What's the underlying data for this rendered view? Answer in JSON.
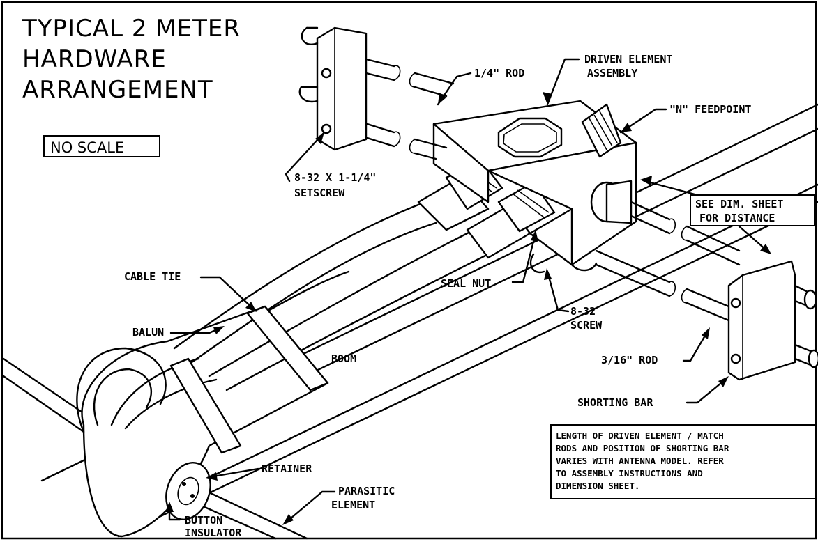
{
  "title": {
    "line1": "TYPICAL 2 METER",
    "line2": "HARDWARE",
    "line3": "ARRANGEMENT"
  },
  "scale_box": "NO SCALE",
  "labels": {
    "driven_element_1": "DRIVEN ELEMENT",
    "driven_element_2": "ASSEMBLY",
    "rod_quarter": "1/4\" ROD",
    "n_feedpoint": "\"N\" FEEDPOINT",
    "setscrew_1": "8-32 X 1-1/4\"",
    "setscrew_2": "SETSCREW",
    "see_dim_1": "SEE DIM. SHEET",
    "see_dim_2": "FOR DISTANCE",
    "cable_tie": "CABLE TIE",
    "seal_nut": "SEAL NUT",
    "screw_1": "8-32",
    "screw_2": "SCREW",
    "balun": "BALUN",
    "boom": "BOOM",
    "rod_3_16": "3/16\" ROD",
    "shorting_bar": "SHORTING BAR",
    "retainer": "RETAINER",
    "parasitic_1": "PARASITIC",
    "parasitic_2": "ELEMENT",
    "button_1": "BUTTON",
    "button_2": "INSULATOR"
  },
  "note_lines": [
    "LENGTH OF DRIVEN ELEMENT / MATCH",
    "RODS AND POSITION OF SHORTING BAR",
    "VARIES WITH ANTENNA MODEL. REFER",
    "TO ASSEMBLY INSTRUCTIONS AND",
    "DIMENSION SHEET."
  ]
}
